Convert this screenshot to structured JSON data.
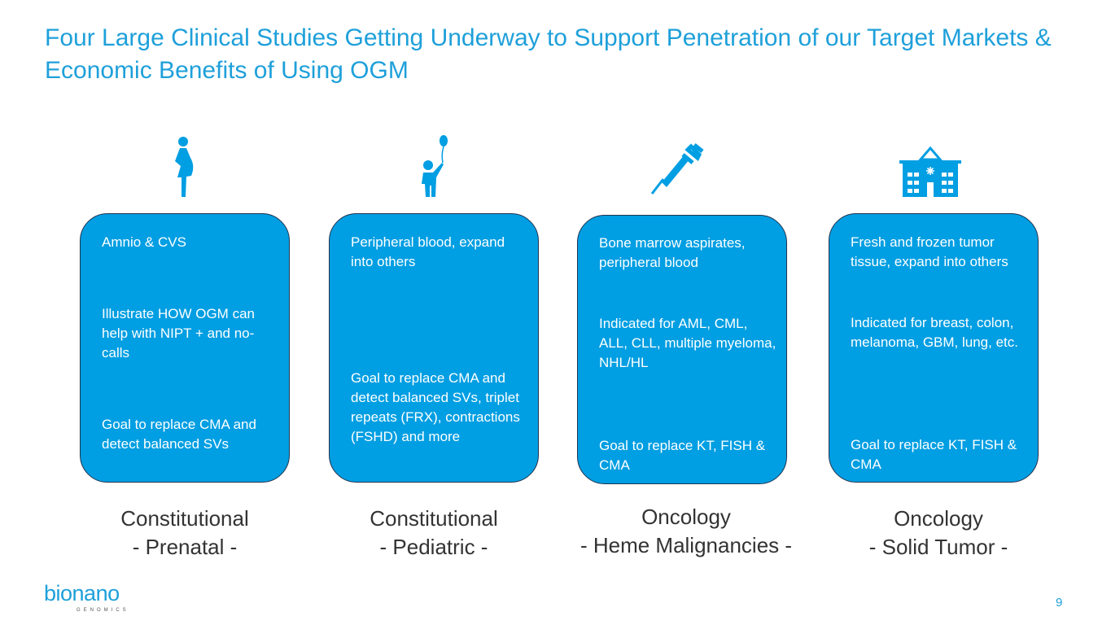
{
  "title": "Four Large Clinical Studies Getting Underway to Support Penetration of our Target Markets & Economic Benefits of Using OGM",
  "columns": [
    {
      "icon": "pregnant-woman-icon",
      "p1": "Amnio & CVS",
      "p2": "Illustrate HOW OGM can help with NIPT + and no-calls",
      "p3": "Goal to replace CMA and detect balanced SVs",
      "label1": "Constitutional",
      "label2": "- Prenatal -"
    },
    {
      "icon": "child-balloon-icon",
      "p1": "Peripheral blood, expand into others",
      "p3": "Goal to replace CMA and detect balanced SVs, triplet repeats (FRX), contractions (FSHD) and more",
      "label1": "Constitutional",
      "label2": "- Pediatric -"
    },
    {
      "icon": "syringe-icon",
      "p1": "Bone marrow aspirates, peripheral blood",
      "p2": "Indicated for AML, CML, ALL, CLL, multiple myeloma, NHL/HL",
      "p3": "Goal to replace KT, FISH & CMA",
      "label1": "Oncology",
      "label2": "- Heme Malignancies -"
    },
    {
      "icon": "hospital-icon",
      "p1": "Fresh and frozen tumor tissue, expand into others",
      "p2": "Indicated for breast, colon, melanoma, GBM, lung, etc.",
      "p3": "Goal to replace KT, FISH & CMA",
      "label1": "Oncology",
      "label2": "- Solid Tumor -"
    }
  ],
  "logo": {
    "name": "bionano",
    "sub": "GENOMICS"
  },
  "page_number": "9",
  "colors": {
    "accent": "#1ea0da",
    "box": "#009ee2"
  }
}
